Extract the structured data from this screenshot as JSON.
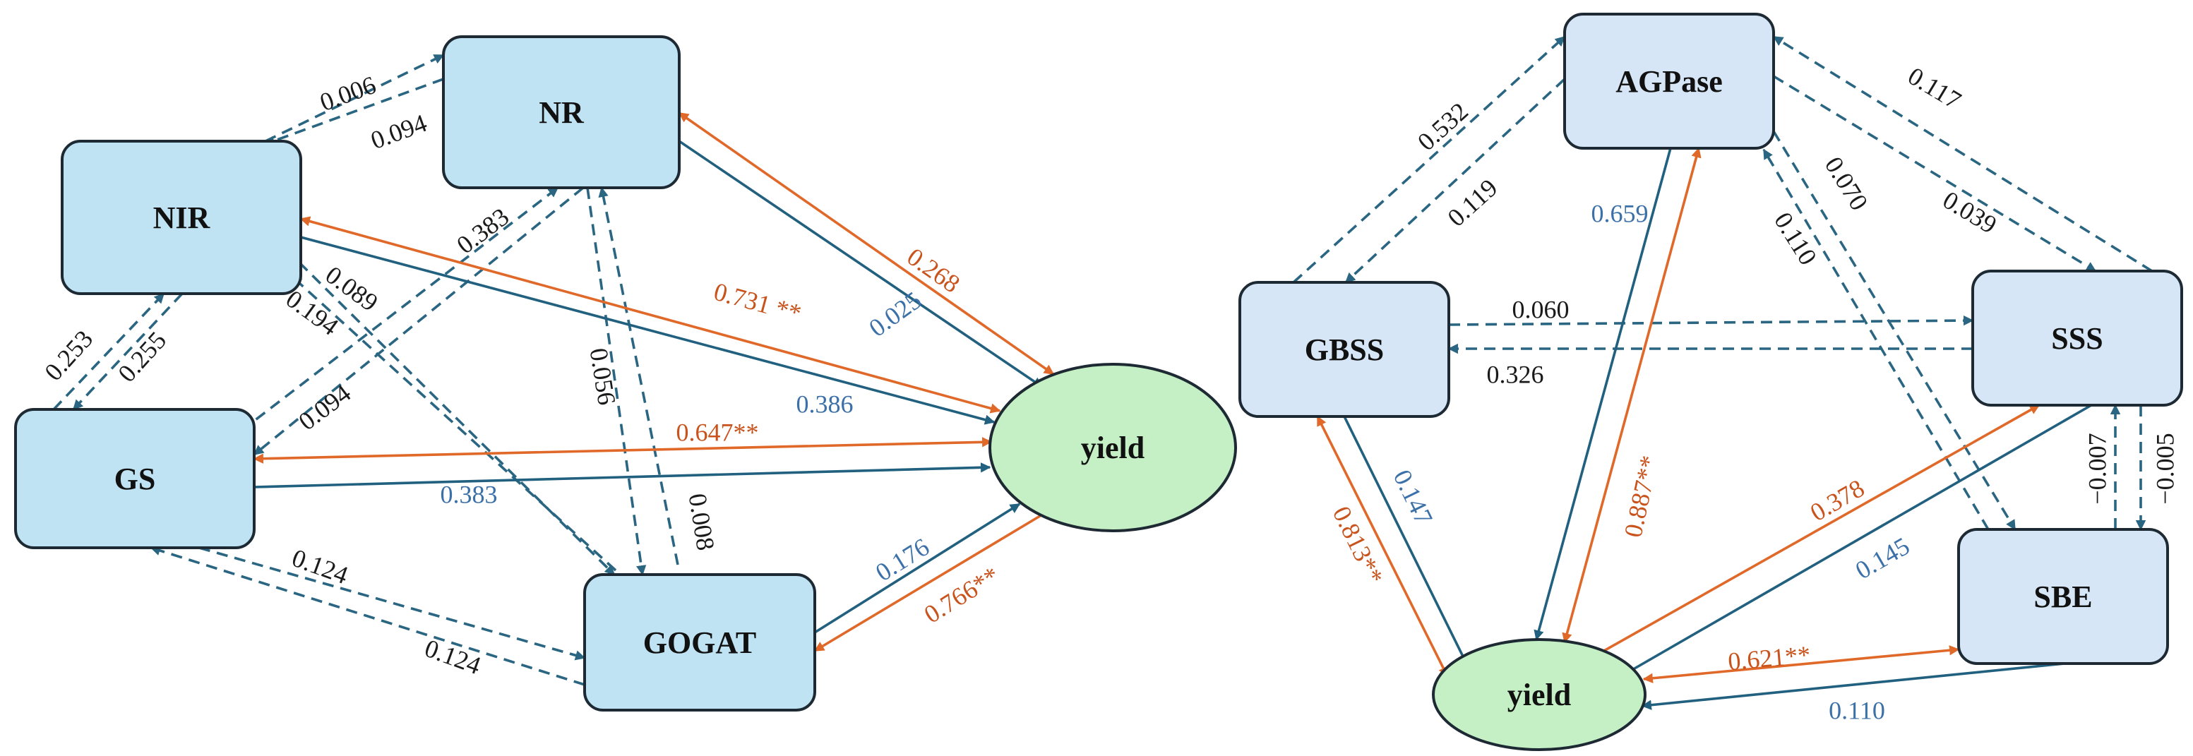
{
  "colors": {
    "dashed": "#2a6682",
    "solid_blue": "#21607e",
    "orange": "#e0692a",
    "label_dark": "#1a1a1a",
    "label_blue": "#3b70a8",
    "label_orange": "#c8531c",
    "node_fill_left": "#bfe3f3",
    "node_fill_right": "#d6e6f6",
    "yield_fill": "#c5efc4"
  },
  "left": {
    "nodes": {
      "nr": "NR",
      "nir": "NIR",
      "gs": "GS",
      "gogat": "GOGAT",
      "yield": "yield"
    },
    "edges": {
      "nir_nr": "0.006",
      "nr_nir": "0.094",
      "nir_gs": "0.255",
      "gs_nir": "0.253",
      "nir_gogat_a": "0.089",
      "nir_gogat_b": "0.194",
      "gs_nr_a": "0.383",
      "gs_nr_b": "0.094",
      "nr_gogat_a": "0.056",
      "nr_gogat_b": "0.008",
      "gs_gogat_a": "0.124",
      "gs_gogat_b": "0.124",
      "nr_yield_blue": "0.025",
      "nr_yield_orange": "0.268",
      "nir_yield_orange": "0.731 **",
      "nir_yield_blue": "0.386",
      "gs_yield_orange": "0.647**",
      "gs_yield_blue": "0.383",
      "gogat_yield_blue": "0.176",
      "gogat_yield_orange": "0.766**"
    }
  },
  "right": {
    "nodes": {
      "agpase": "AGPase",
      "gbss": "GBSS",
      "sss": "SSS",
      "sbe": "SBE",
      "yield": "yield"
    },
    "edges": {
      "gbss_agpase": "0.532",
      "agpase_gbss": "0.119",
      "sss_agpase": "0.117",
      "agpase_sss": "0.039",
      "agpase_sbe": "0.070",
      "sbe_agpase": "0.110",
      "gbss_sss": "0.060",
      "sss_gbss": "0.326",
      "sss_sbe": "−0.005",
      "sbe_sss": "−0.007",
      "agpase_yield_blue": "0.659",
      "agpase_yield_orange": "0.887**",
      "gbss_yield_blue": "0.147",
      "gbss_yield_orange": "0.813**",
      "sss_yield_orange": "0.378",
      "sss_yield_blue": "0.145",
      "sbe_yield_orange": "0.621**",
      "sbe_yield_blue": "0.110"
    }
  }
}
